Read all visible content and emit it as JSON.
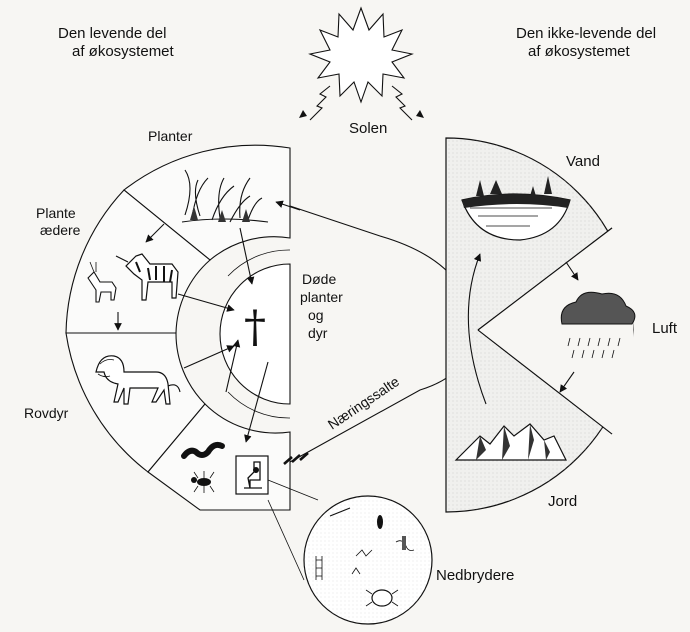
{
  "diagram": {
    "left_heading": [
      "Den levende del",
      "af økosystemet"
    ],
    "right_heading": [
      "Den ikke-levende del",
      "af økosystemet"
    ],
    "sun_label": "Solen",
    "planter_label": "Planter",
    "planteaedere_label": [
      "Plante",
      "ædere"
    ],
    "rovdyr_label": "Rovdyr",
    "dode_label": [
      "Døde",
      "planter",
      "og",
      "dyr"
    ],
    "naeringssalte_label": "Næringssalte",
    "nedbrydere_label": "Nedbrydere",
    "vand_label": "Vand",
    "luft_label": "Luft",
    "jord_label": "Jord",
    "cross_symbol": "†"
  }
}
